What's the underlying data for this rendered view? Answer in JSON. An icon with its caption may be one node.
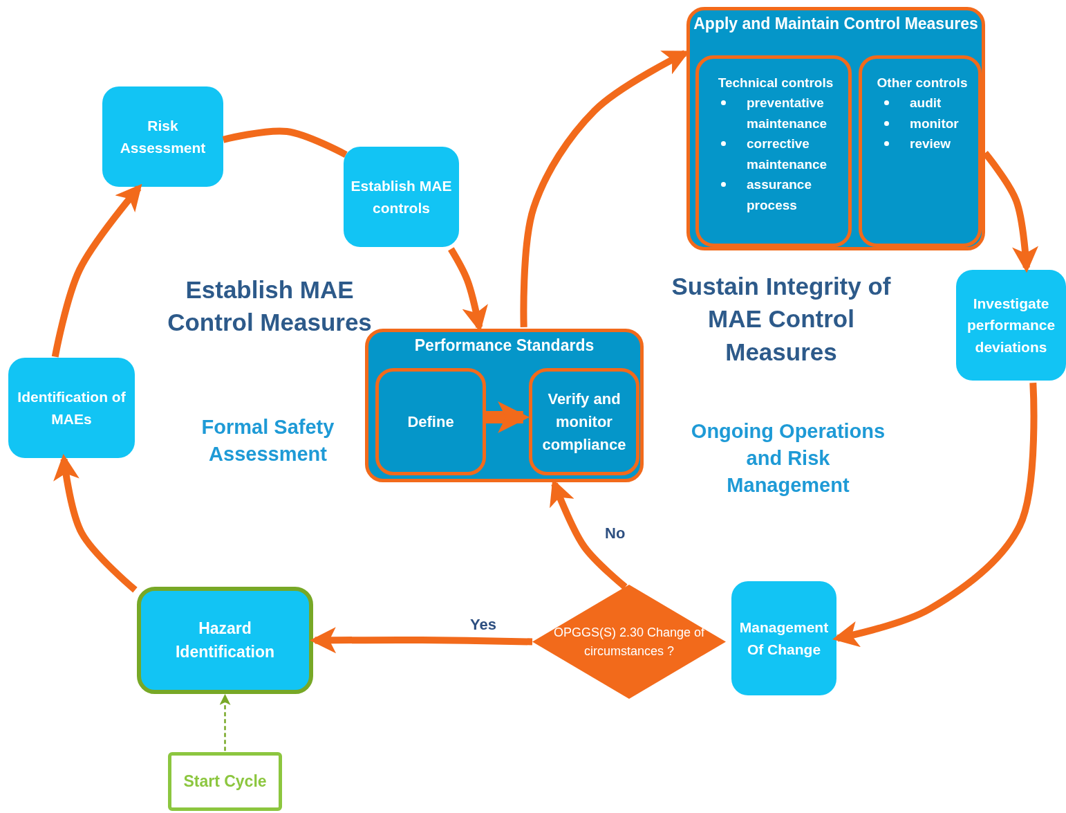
{
  "diagram": {
    "nodes": [
      {
        "text": [
          "Risk Assessment"
        ]
      },
      {
        "text": [
          "Establish MAE controls"
        ]
      },
      {
        "text": [
          "Performance Standards"
        ]
      },
      {
        "text": [
          "Define"
        ],
        "in": 2
      },
      {
        "text": [
          "Verify and monitor compliance"
        ],
        "in": 2
      },
      {
        "text": [
          "Apply and Maintain Control Measures"
        ]
      },
      {
        "text": [
          "Technical controls",
          "preventative maintenance",
          "corrective maintenance",
          "assurance process"
        ],
        "in": 5
      },
      {
        "text": [
          "Other controls",
          "audit",
          "monitor",
          "review"
        ],
        "in": 5
      },
      {
        "text": [
          "Investigate performance deviations"
        ]
      },
      {
        "text": [
          "Management Of Change"
        ]
      },
      {
        "text": [
          "OPGGS(S) 2.30 Change of circumstances ?"
        ]
      },
      {
        "text": [
          "Hazard Identification"
        ]
      },
      {
        "text": [
          "Identification of MAEs"
        ]
      },
      {
        "text": [
          "Start Cycle"
        ]
      }
    ],
    "edges": [
      {
        "from": 0,
        "to": 1,
        "arrow": "none"
      },
      {
        "from": 1,
        "to": 2,
        "arrow": "to"
      },
      {
        "from": 2,
        "to": 5,
        "arrow": "to"
      },
      {
        "from": 3,
        "to": 4,
        "arrow": "to",
        "style": "thick"
      },
      {
        "from": 5,
        "to": 8,
        "arrow": "to"
      },
      {
        "from": 8,
        "to": 9,
        "arrow": "to"
      },
      {
        "from": 10,
        "to": 2,
        "arrow": "to",
        "label": "No"
      },
      {
        "from": 10,
        "to": 11,
        "arrow": "to",
        "label": "Yes"
      },
      {
        "from": 11,
        "to": 12,
        "arrow": "to"
      },
      {
        "from": 12,
        "to": 0,
        "arrow": "to"
      },
      {
        "from": 13,
        "to": 11,
        "arrow": "to",
        "style": "dashed",
        "color": "#77a826"
      }
    ],
    "labels": [
      "Establish MAE Control Measures",
      "Sustain Integrity of MAE Control Measures",
      "Formal Safety Assessment",
      "Ongoing Operations and Risk Management"
    ]
  }
}
